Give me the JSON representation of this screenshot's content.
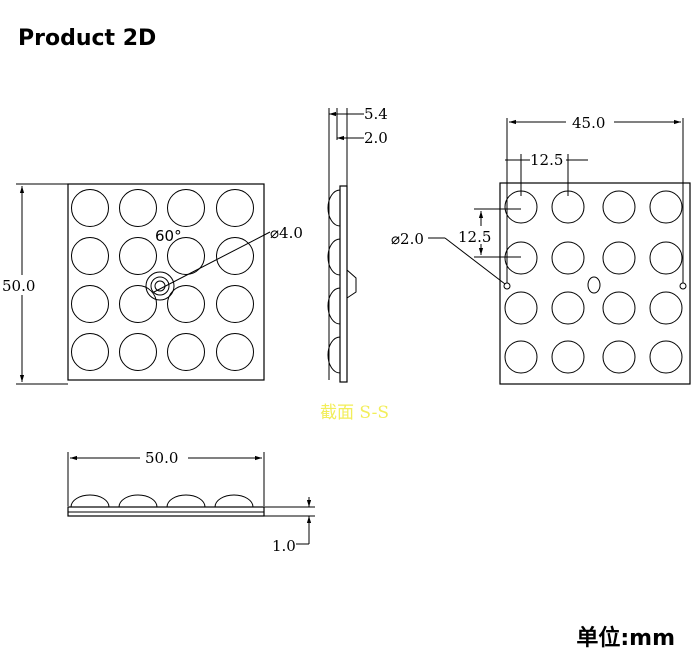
{
  "header": {
    "title": "Product 2D"
  },
  "footer": {
    "unit": "单位:mm"
  },
  "front_view": {
    "width_label": "50.0",
    "angle_label": "60°",
    "hole_label": "⌀4.0"
  },
  "side_view": {
    "top_label": "5.4",
    "mid_label": "2.0",
    "section_label": "截面  S-S",
    "section_color": "#f2ee5a"
  },
  "back_view": {
    "width_label": "45.0",
    "pitch_x_label": "12.5",
    "pitch_y_label": "12.5",
    "hole_label": "⌀2.0"
  },
  "bottom_view": {
    "width_label": "50.0",
    "thickness_label": "1.0"
  }
}
